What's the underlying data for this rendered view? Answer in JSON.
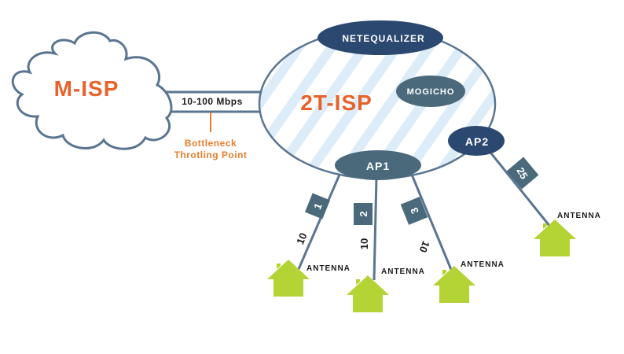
{
  "diagram": {
    "upstream_isp": "M-ISP",
    "link_bandwidth": "10-100 Mbps",
    "bottleneck_label_line1": "Bottleneck",
    "bottleneck_label_line2": "Throtling Point",
    "local_isp": "2T-ISP",
    "shaper": "NETEQUALIZER",
    "other_node": "MOGICHO",
    "access_points": [
      {
        "name": "AP1"
      },
      {
        "name": "AP2"
      }
    ],
    "links": [
      {
        "id": "1",
        "ap": "AP1",
        "speed": "10",
        "endpoint": "ANTENNA"
      },
      {
        "id": "2",
        "ap": "AP1",
        "speed": "10",
        "endpoint": "ANTENNA"
      },
      {
        "id": "3",
        "ap": "AP1",
        "speed": "10",
        "endpoint": "ANTENNA"
      },
      {
        "id": "25",
        "ap": "AP2",
        "speed": "",
        "endpoint": "ANTENNA"
      }
    ],
    "colors": {
      "accent_orange": "#e8622c",
      "bottleneck_orange": "#e87e2c",
      "navy": "#2b4870",
      "slate": "#4a6a7c",
      "outline": "#5a7591",
      "stripe": "#dcecf8",
      "house_green": "#b4d334"
    }
  }
}
